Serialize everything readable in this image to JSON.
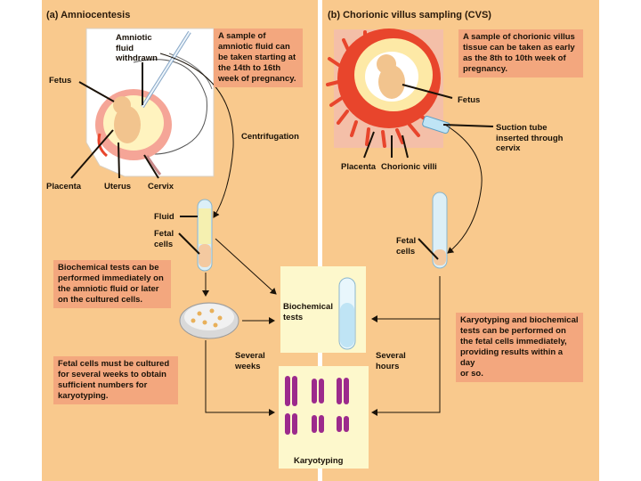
{
  "panel_a": {
    "title": "(a) Amniocentesis",
    "fluid_withdrawn": "Amniotic\nfluid\nwithdrawn",
    "fetus": "Fetus",
    "placenta": "Placenta",
    "uterus": "Uterus",
    "cervix": "Cervix",
    "sample_note": "A sample of\namniotic fluid can\nbe taken starting at\nthe 14th to 16th\nweek of pregnancy.",
    "centrifugation": "Centrifugation",
    "fluid": "Fluid",
    "fetal_cells": "Fetal\ncells",
    "biochem_note": "Biochemical tests can be\nperformed immediately on\nthe amniotic fluid or later\non the cultured cells.",
    "culture_note": "Fetal cells must be cultured\nfor several weeks to obtain\nsufficient numbers for\nkaryotyping.",
    "several_weeks": "Several\nweeks"
  },
  "panel_b": {
    "title": "(b) Chorionic villus sampling (CVS)",
    "sample_note": "A sample of chorionic villus\ntissue can be taken as early\nas the 8th to 10th week of\npregnancy.",
    "fetus": "Fetus",
    "suction_tube": "Suction tube\ninserted through\ncervix",
    "placenta": "Placenta",
    "chorionic_villi": "Chorionic villi",
    "fetal_cells": "Fetal\ncells",
    "karyotype_note": "Karyotyping and biochemical\ntests can be performed on\nthe fetal cells immediately,\nproviding results within a day\nor so.",
    "several_hours": "Several\nhours"
  },
  "center": {
    "biochemical_tests": "Biochemical\ntests",
    "karyotyping": "Karyotyping"
  },
  "colors": {
    "panel_bg": "#f9c98d",
    "note_box": "#f3a77e",
    "result_card": "#fdf8cc",
    "chromosome": "#9c2a8c",
    "villus": "#e8452c"
  }
}
